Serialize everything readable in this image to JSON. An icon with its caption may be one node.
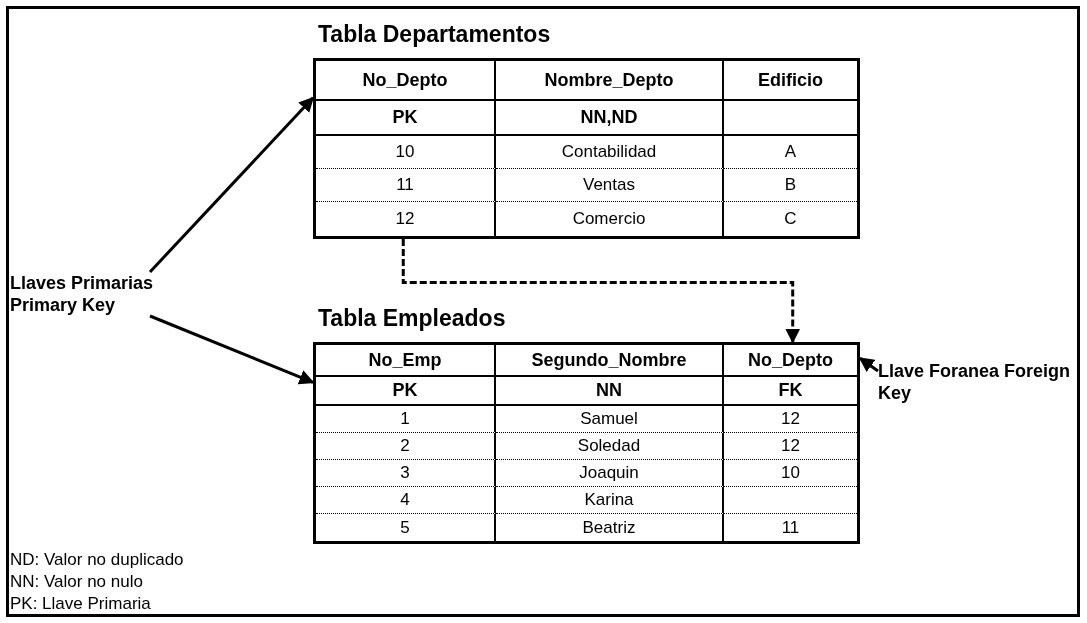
{
  "diagram": {
    "nodes": [
      {
        "text": [
          "Tabla Departamentos"
        ]
      },
      {
        "text": [
          "Llaves Primarias Primary Key"
        ]
      },
      {
        "text": [
          "Tabla Empleados"
        ]
      },
      {
        "text": [
          "Llave Foranea Foreign Key"
        ]
      }
    ],
    "edges": [
      {
        "from": 1,
        "to": 0,
        "arrow": "to"
      },
      {
        "from": 1,
        "to": 2,
        "arrow": "to"
      },
      {
        "from": 0,
        "to": 2,
        "arrow": "to",
        "style": "dashed"
      },
      {
        "from": 3,
        "to": 2,
        "arrow": "to"
      }
    ],
    "labels": [
      "No_Depto",
      "Nombre_Depto",
      "Edificio",
      "PK",
      "NN,ND",
      "10",
      "Contabilidad",
      "A",
      "11",
      "Ventas",
      "B",
      "12",
      "Comercio",
      "C",
      "No_Emp",
      "Segundo_Nombre",
      "No_Depto",
      "PK",
      "NN",
      "FK",
      "1",
      "Samuel",
      "12",
      "2",
      "Soledad",
      "12",
      "3",
      "Joaquin",
      "10",
      "4",
      "Karina",
      "5",
      "Beatriz",
      "11",
      "ND: Valor no duplicado",
      "NN: Valor no nulo",
      "PK: Llave Primaria"
    ]
  }
}
